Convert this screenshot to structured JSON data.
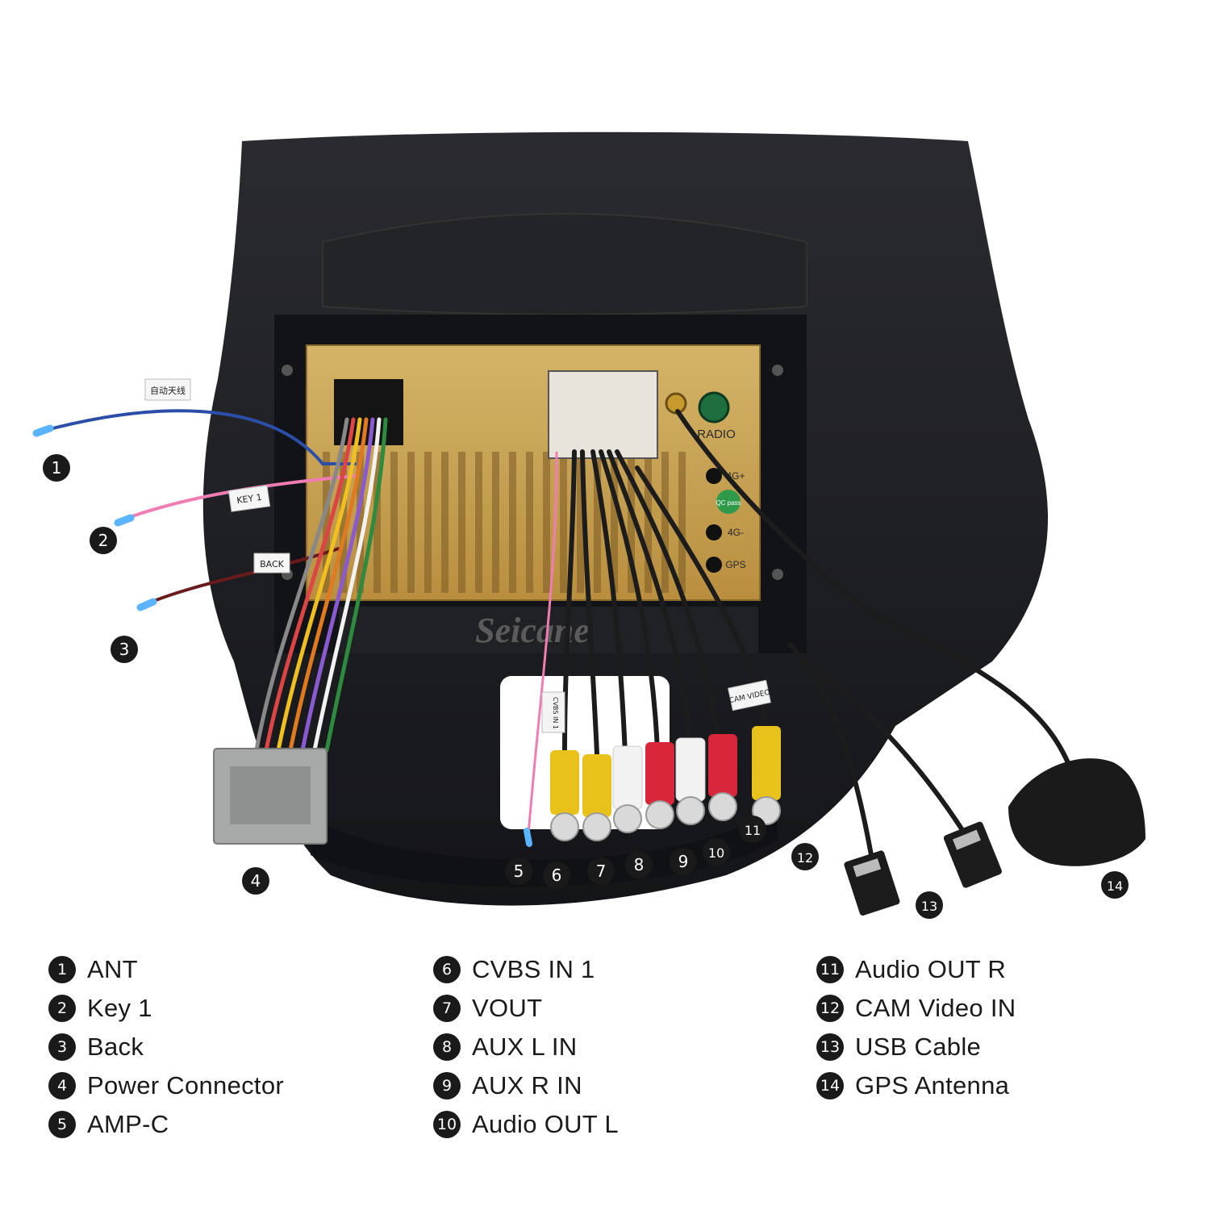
{
  "labels": {
    "auto_antenna_tag": "自动天线",
    "key_tag": "KEY 1",
    "back_tag": "BACK",
    "radio_port": "RADIO",
    "port_4g_plus": "4G+",
    "port_4g": "4G-",
    "gps_port": "GPS",
    "qc_sticker": "QC pass",
    "watermark": "Seicane",
    "cam_tag": "CAM VIDEO",
    "cvbs_tag": "CVBS IN 1"
  },
  "callouts": [
    "1",
    "2",
    "3",
    "4",
    "5",
    "6",
    "7",
    "8",
    "9",
    "10",
    "11",
    "12",
    "13",
    "14"
  ],
  "legend": [
    [
      {
        "num": "1",
        "text": "ANT"
      },
      {
        "num": "2",
        "text": "Key 1"
      },
      {
        "num": "3",
        "text": "Back"
      },
      {
        "num": "4",
        "text": "Power Connector"
      },
      {
        "num": "5",
        "text": "AMP-C"
      }
    ],
    [
      {
        "num": "6",
        "text": "CVBS IN 1"
      },
      {
        "num": "7",
        "text": "VOUT"
      },
      {
        "num": "8",
        "text": "AUX L IN"
      },
      {
        "num": "9",
        "text": "AUX R IN"
      },
      {
        "num": "10",
        "text": "Audio OUT L"
      }
    ],
    [
      {
        "num": "11",
        "text": "Audio OUT R"
      },
      {
        "num": "12",
        "text": "CAM Video IN"
      },
      {
        "num": "13",
        "text": "USB Cable"
      },
      {
        "num": "14",
        "text": "GPS Antenna"
      }
    ]
  ],
  "colors": {
    "bezel": "#1b1c20",
    "chassis": "#c9a455",
    "rca_yellow": "#e8c21a",
    "rca_red": "#d8263a",
    "rca_white": "#f2f2f2",
    "badge": "#1a1a1a"
  }
}
